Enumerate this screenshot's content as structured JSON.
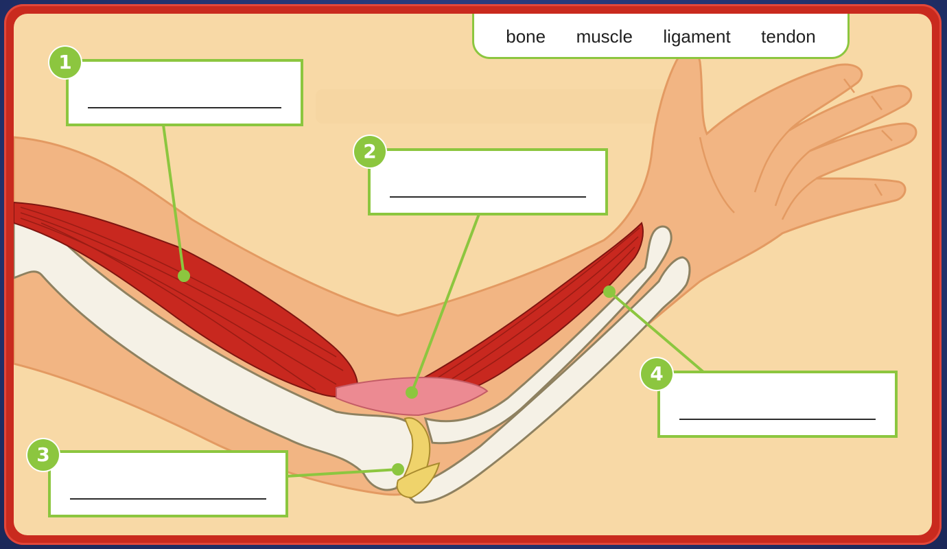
{
  "word_bank": {
    "words": [
      "bone",
      "muscle",
      "ligament",
      "tendon"
    ]
  },
  "labels": [
    {
      "number": "1"
    },
    {
      "number": "2"
    },
    {
      "number": "3"
    },
    {
      "number": "4"
    }
  ],
  "colors": {
    "frame": "#c92a1e",
    "panel": "#f8d9a6",
    "accent": "#8cc63f",
    "skin": "#f2b583",
    "muscle": "#c8281f",
    "bone": "#f5f1e6",
    "ligament": "#efd36b"
  }
}
